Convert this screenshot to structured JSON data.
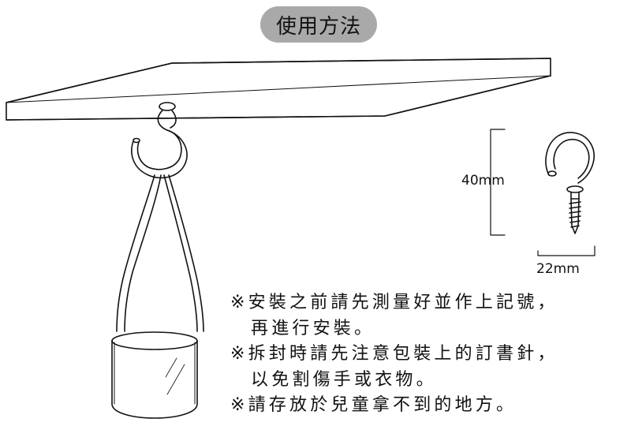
{
  "title": "使用方法",
  "diagram": {
    "height_label": "40mm",
    "width_label": "22mm"
  },
  "notes": [
    "※安裝之前請先測量好並作上記號，",
    "再進行安裝。",
    "※拆封時請先注意包裝上的訂書針，",
    "以免割傷手或衣物。",
    "※請存放於兒童拿不到的地方。"
  ],
  "colors": {
    "pill": "#a9a9a9",
    "line": "#111111"
  }
}
